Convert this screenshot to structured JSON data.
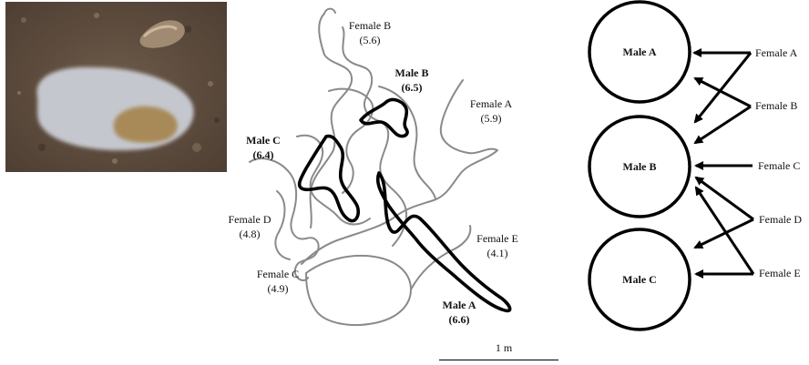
{
  "track_map": {
    "females": [
      {
        "name": "Female B",
        "value": "(5.6)"
      },
      {
        "name": "Female A",
        "value": "(5.9)"
      },
      {
        "name": "Female D",
        "value": "(4.8)"
      },
      {
        "name": "Female C",
        "value": "(4.9)"
      },
      {
        "name": "Female E",
        "value": "(4.1)"
      }
    ],
    "males": [
      {
        "name": "Male B",
        "value": "(6.5)"
      },
      {
        "name": "Male C",
        "value": "(6.4)"
      },
      {
        "name": "Male A",
        "value": "(6.6)"
      }
    ],
    "scale_label": "1 m"
  },
  "network": {
    "males": [
      "Male A",
      "Male B",
      "Male C"
    ],
    "females": [
      "Female A",
      "Female B",
      "Female C",
      "Female D",
      "Female E"
    ]
  },
  "colors": {
    "female_track": "#8a8a8a",
    "male_track": "#000000",
    "photo_sand": "#6e5a48",
    "egg_mass": "#c7c9cf"
  }
}
